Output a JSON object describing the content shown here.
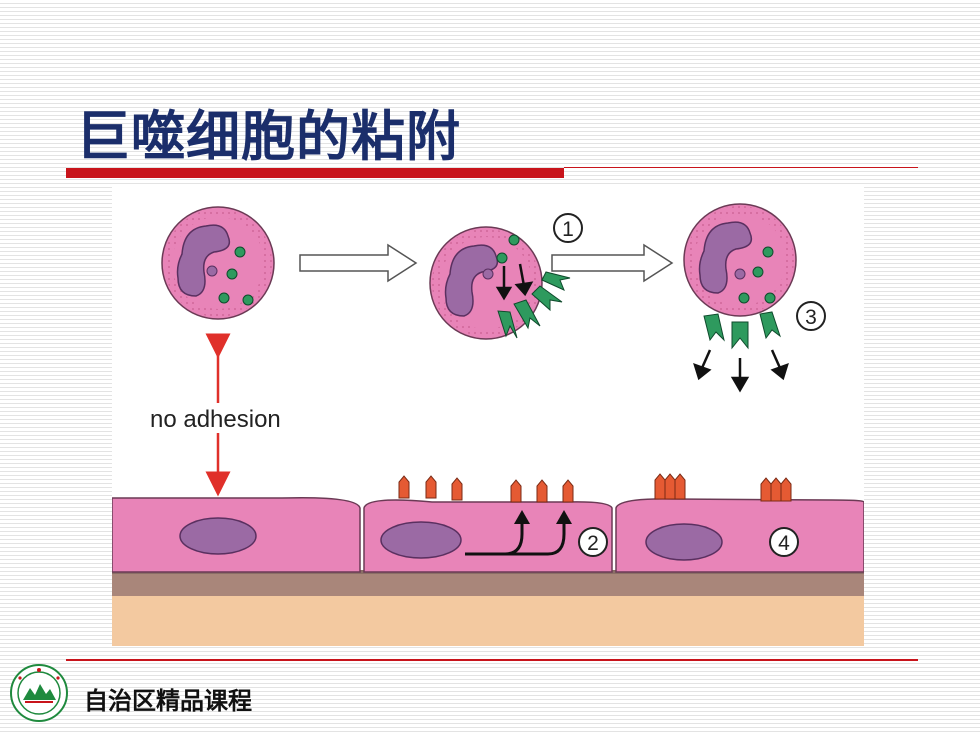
{
  "slide": {
    "title": "巨噬细胞的粘附",
    "footer_text": "自治区精品课程"
  },
  "figure": {
    "label_no_adhesion": "no adhesion",
    "step_labels": [
      "1",
      "2",
      "3",
      "4"
    ]
  },
  "colors": {
    "title": "#1b2e6b",
    "accent_red": "#c8141b",
    "cell_pink": "#e884b8",
    "nucleus_purple": "#9b6aa4",
    "granule_green": "#2e9a5e",
    "receptor_red": "#e55a33"
  }
}
